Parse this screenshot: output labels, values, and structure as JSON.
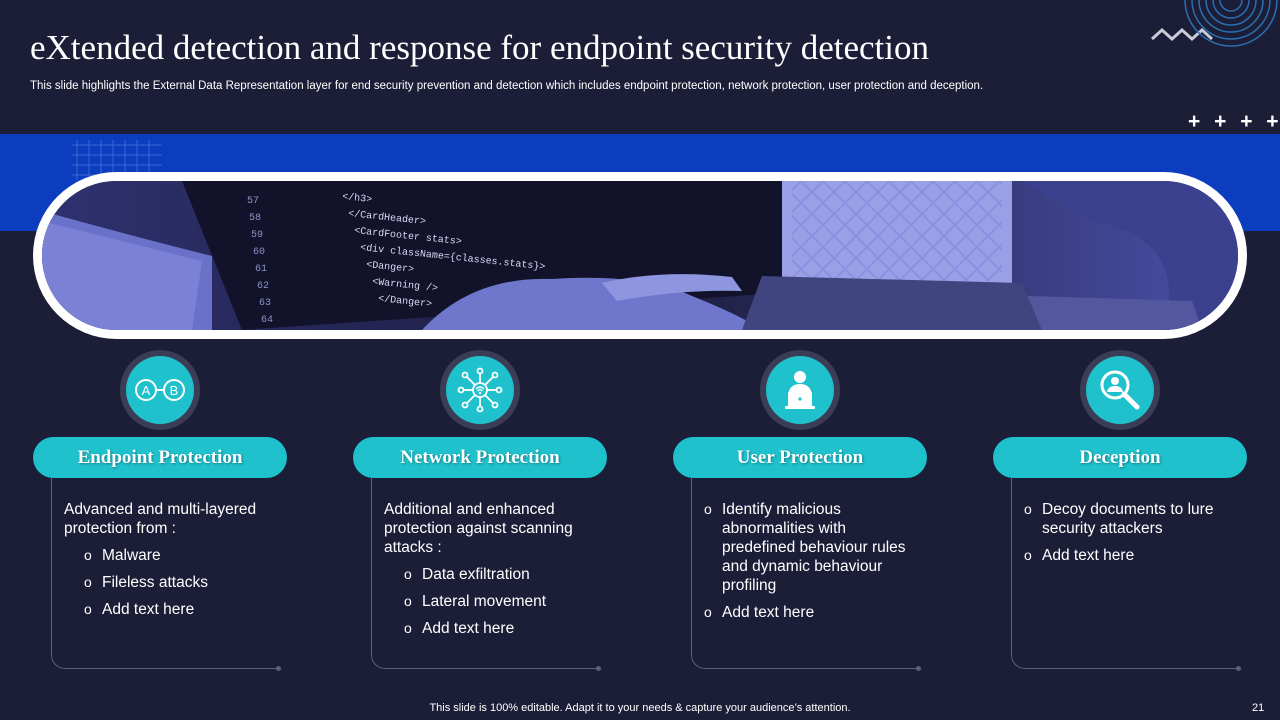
{
  "slide": {
    "title": "eXtended detection and response for endpoint security detection",
    "subtitle": "This slide highlights the External Data Representation layer for end security prevention and detection which includes endpoint protection, network protection, user protection and deception.",
    "decoration": "+ + + +",
    "footer": "This slide is 100% editable. Adapt it to your needs & capture your audience’s attention.",
    "page_number": "21"
  },
  "colors": {
    "background": "#1c1e38",
    "band": "#0c3dbf",
    "accent": "#1fc1cc"
  },
  "hero_image": {
    "code_lines": [
      "</h3>",
      "</CardHeader>",
      "<CardFooter stats>",
      "<div className={classes.stats}>",
      "<Danger>",
      "<Warning />",
      "</Danger>"
    ],
    "line_numbers": [
      "57",
      "58",
      "59",
      "60",
      "61",
      "62",
      "63",
      "64"
    ]
  },
  "cards": [
    {
      "icon": "ab-connection-icon",
      "icon_text": [
        "A",
        "B"
      ],
      "title": "Endpoint Protection",
      "intro": "Advanced and multi-layered protection from :",
      "bullets": [],
      "sub_bullets": [
        "Malware",
        "Fileless attacks",
        "Add text here"
      ]
    },
    {
      "icon": "network-hub-icon",
      "title": "Network Protection",
      "intro": "Additional and enhanced protection against scanning attacks :",
      "bullets": [],
      "sub_bullets": [
        "Data exfiltration",
        "Lateral movement",
        "Add text here"
      ]
    },
    {
      "icon": "user-laptop-icon",
      "title": "User Protection",
      "intro": "",
      "bullets": [
        "Identify malicious abnormalities with predefined behaviour rules and dynamic behaviour profiling",
        "Add text here"
      ],
      "sub_bullets": []
    },
    {
      "icon": "search-user-icon",
      "title": "Deception",
      "intro": "",
      "bullets": [
        "Decoy documents to lure security attackers",
        "Add text here"
      ],
      "sub_bullets": []
    }
  ]
}
